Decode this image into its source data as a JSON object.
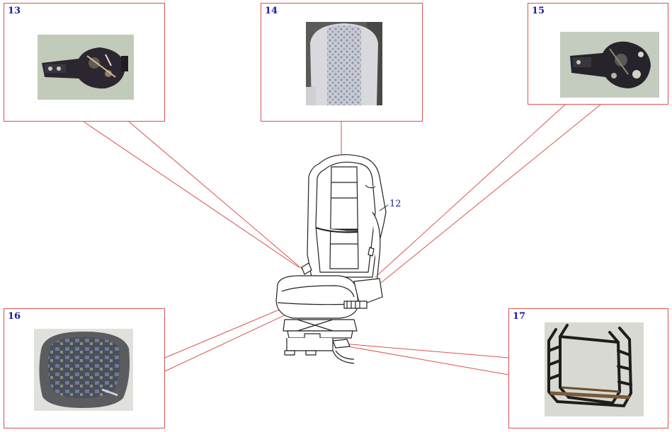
{
  "colors": {
    "leader_line": "#d9534f",
    "number_text": "#1a1aa6",
    "drawing_ink": "#222222"
  },
  "main_part": {
    "label": "12"
  },
  "callouts": [
    {
      "id": "13",
      "label": "13",
      "photo": "seat-adjuster-bracket-left-photo"
    },
    {
      "id": "14",
      "label": "14",
      "photo": "backrest-cover-photo"
    },
    {
      "id": "15",
      "label": "15",
      "photo": "seat-adjuster-bracket-right-photo"
    },
    {
      "id": "16",
      "label": "16",
      "photo": "seat-cushion-photo"
    },
    {
      "id": "17",
      "label": "17",
      "photo": "seat-frame-photo"
    }
  ]
}
